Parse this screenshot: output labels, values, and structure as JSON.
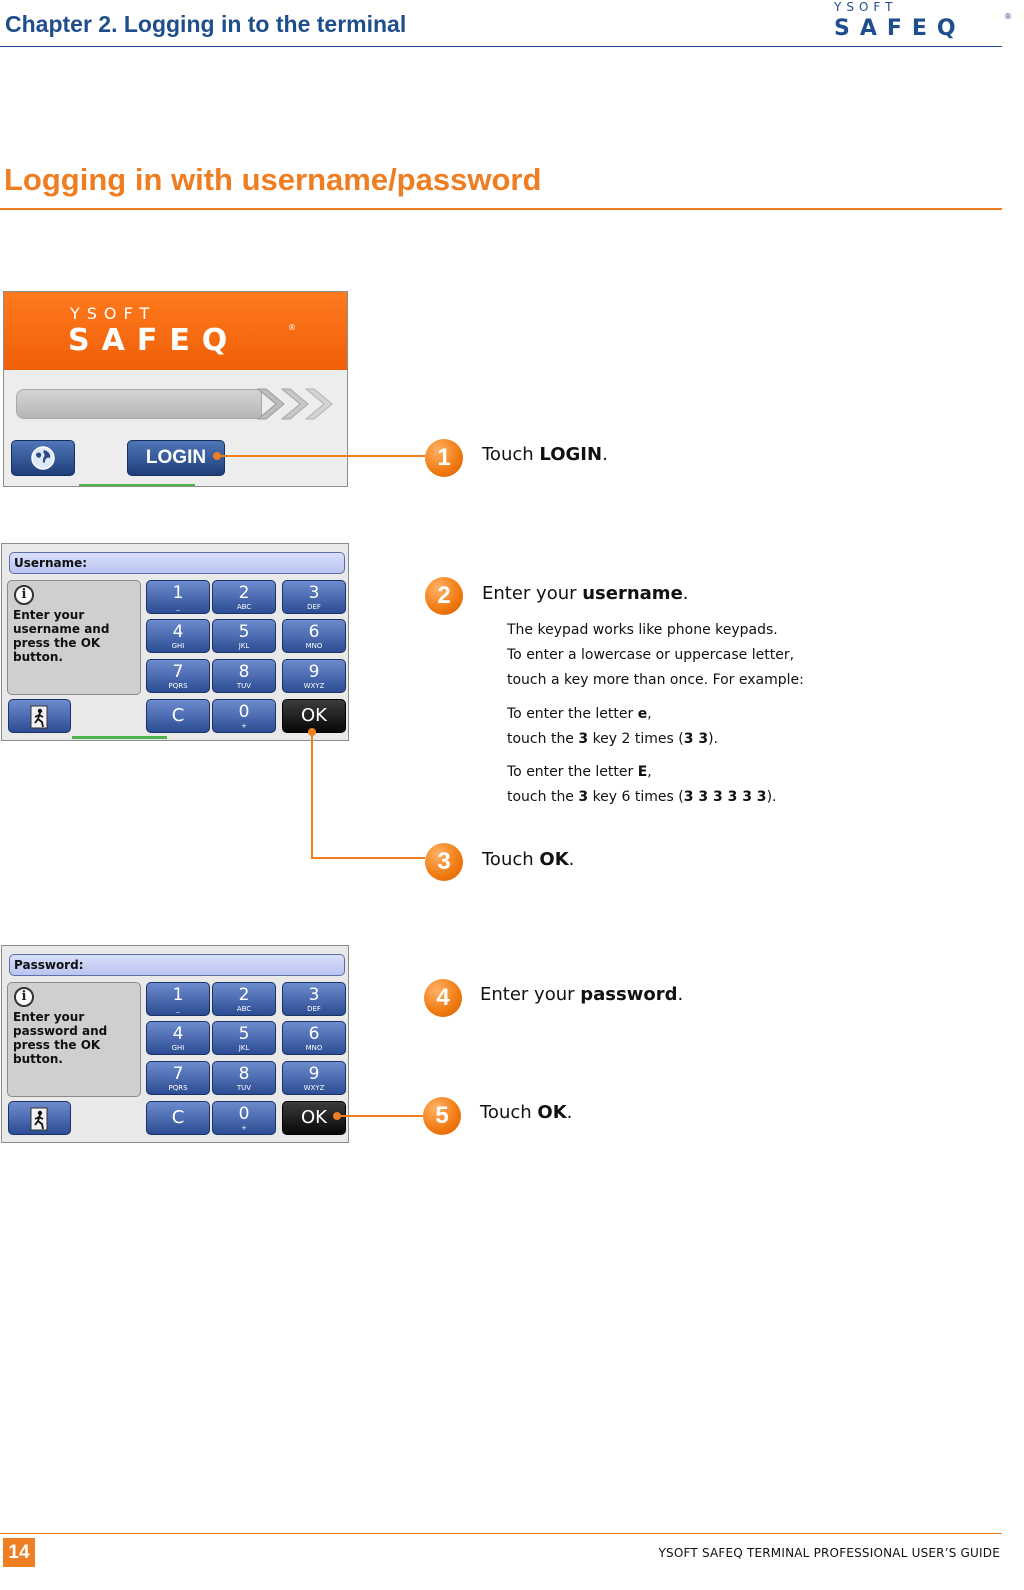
{
  "header": {
    "chapter_title": "Chapter 2.  Logging in to the terminal",
    "logo_top": "YSOFT",
    "logo_main": "SAFEQ",
    "logo_mark": "®"
  },
  "section": {
    "title": "Logging in with username/password"
  },
  "login_screen": {
    "logo_top": "YSOFT",
    "logo_main": "SAFEQ",
    "logo_mark": "®",
    "login_label": "LOGIN"
  },
  "username_screen": {
    "field_label": "Username:",
    "info_text": "Enter your username and press the OK button."
  },
  "password_screen": {
    "field_label": "Password:",
    "info_text": "Enter your password and press the OK button."
  },
  "keypad": {
    "info_icon": "i",
    "keys": [
      {
        "num": "1",
        "sub": "_"
      },
      {
        "num": "2",
        "sub": "ABC"
      },
      {
        "num": "3",
        "sub": "DEF"
      },
      {
        "num": "4",
        "sub": "GHI"
      },
      {
        "num": "5",
        "sub": "JKL"
      },
      {
        "num": "6",
        "sub": "MNO"
      },
      {
        "num": "7",
        "sub": "PQRS"
      },
      {
        "num": "8",
        "sub": "TUV"
      },
      {
        "num": "9",
        "sub": "WXYZ"
      },
      {
        "num": "C",
        "sub": ""
      },
      {
        "num": "0",
        "sub": "+"
      },
      {
        "num": "OK",
        "sub": ""
      }
    ]
  },
  "steps": [
    {
      "number": "1",
      "prefix": "Touch ",
      "bold": "LOGIN",
      "suffix": "."
    },
    {
      "number": "2",
      "prefix": "Enter your ",
      "bold": "username",
      "suffix": "."
    },
    {
      "number": "3",
      "prefix": "Touch ",
      "bold": "OK",
      "suffix": "."
    },
    {
      "number": "4",
      "prefix": "Enter your ",
      "bold": "password",
      "suffix": "."
    },
    {
      "number": "5",
      "prefix": "Touch ",
      "bold": "OK",
      "suffix": "."
    }
  ],
  "notes": {
    "line1": "The keypad works like phone keypads.",
    "line2": "To enter a lowercase or uppercase letter,",
    "line3": "touch a key more than once. For example:",
    "example1_line1_prefix": "To enter the letter ",
    "example1_letter": "e",
    "example1_line1_suffix": ",",
    "example1_line2_prefix": "touch the ",
    "example1_key": "3",
    "example1_line2_middle": " key 2 times (",
    "example1_sequence": "3 3",
    "example1_line2_suffix": ").",
    "example2_line1_prefix": "To enter the letter ",
    "example2_letter": "E",
    "example2_line1_suffix": ",",
    "example2_line2_prefix": "touch the ",
    "example2_key": "3",
    "example2_line2_middle": " key 6 times (",
    "example2_sequence": "3 3 3 3 3 3",
    "example2_line2_suffix": ")."
  },
  "footer": {
    "page_number": "14",
    "guide_title": "YSOFT SAFEQ TERMINAL PROFESSIONAL USER’S GUIDE"
  },
  "colors": {
    "chapter_blue": "#1f4e8c",
    "accent_orange": "#ef7d22",
    "key_blue": "#2c4c93"
  }
}
